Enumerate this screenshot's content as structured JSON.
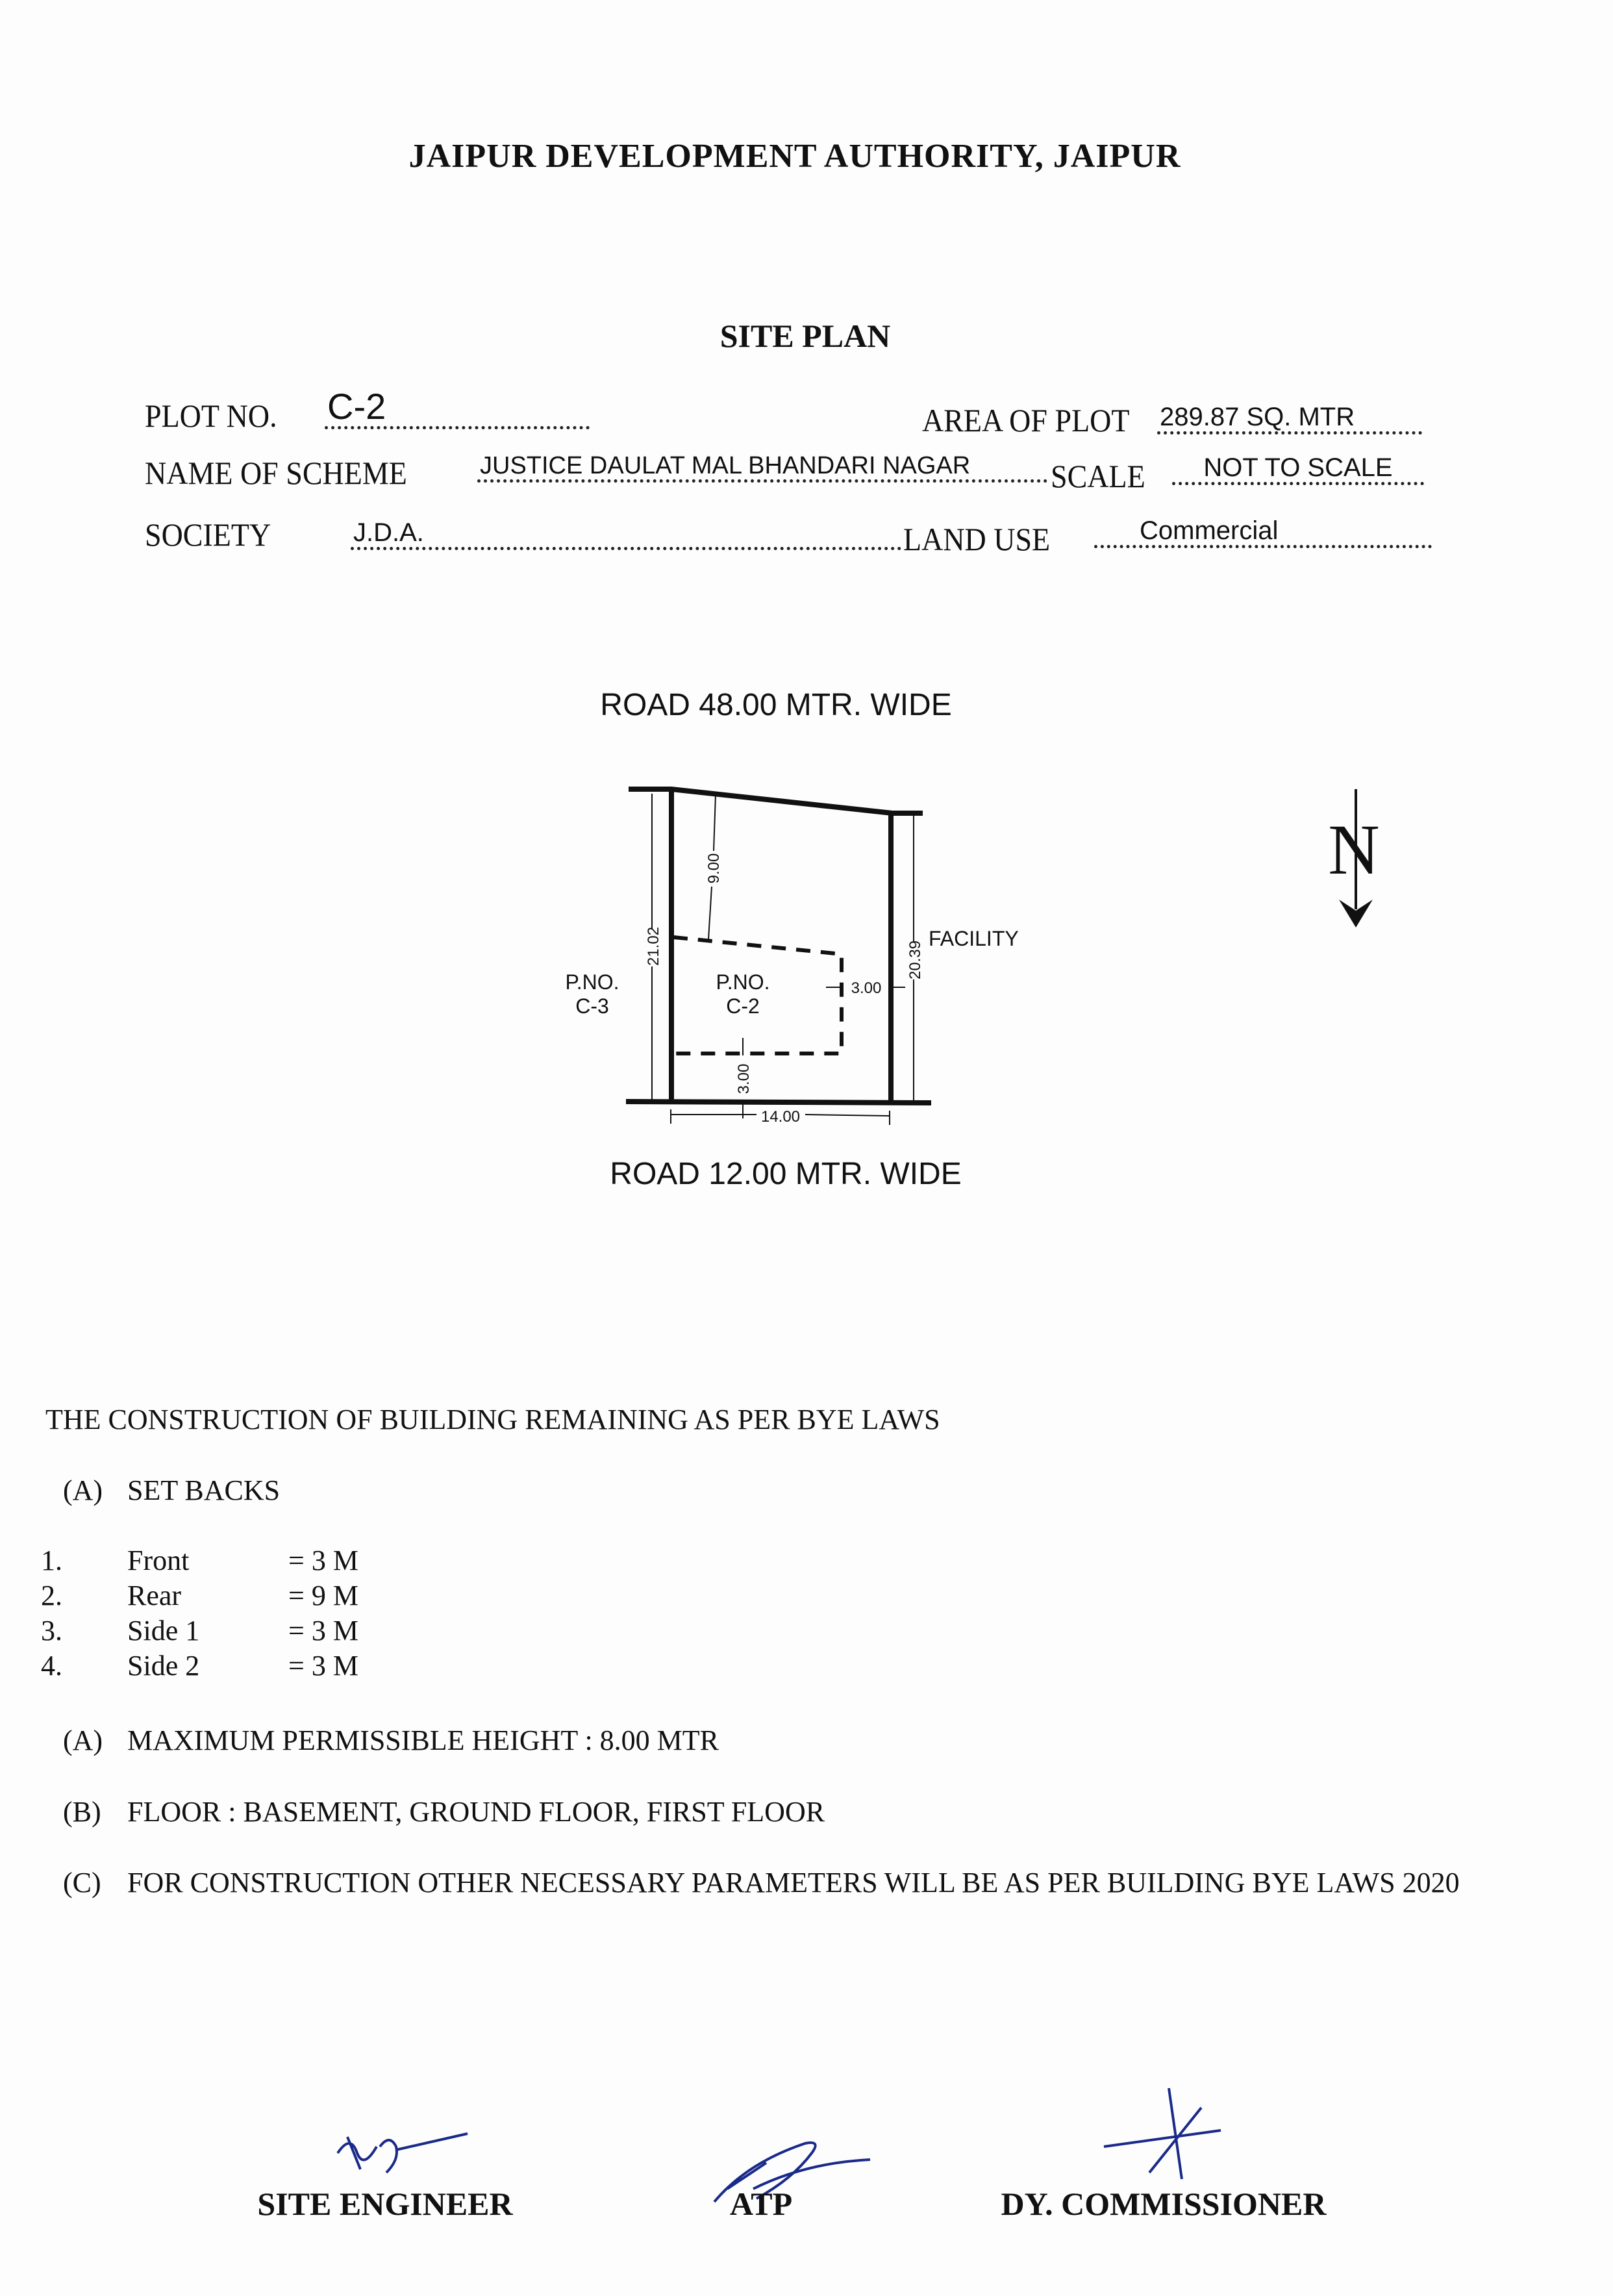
{
  "header": {
    "title": "JAIPUR DEVELOPMENT AUTHORITY, JAIPUR",
    "subtitle": "SITE PLAN"
  },
  "fields": {
    "plot_no_label": "PLOT NO.",
    "plot_no": "C-2",
    "area_label": "AREA OF PLOT",
    "area": "289.87  SQ. MTR",
    "scheme_label": "NAME OF SCHEME",
    "scheme": "JUSTICE DAULAT MAL BHANDARI NAGAR",
    "scale_label": "SCALE",
    "scale": "NOT TO SCALE",
    "society_label": "SOCIETY",
    "society": "J.D.A.",
    "land_use_label": "LAND USE",
    "land_use": "Commercial"
  },
  "plan": {
    "road_top": "ROAD 48.00 MTR. WIDE",
    "road_bottom": "ROAD 12.00 MTR. WIDE",
    "left_plot_1": "P.NO.",
    "left_plot_2": "C-3",
    "this_plot_1": "P.NO.",
    "this_plot_2": "C-2",
    "right_label": "FACILITY",
    "dim_left": "21.02",
    "dim_right": "20.39",
    "dim_rear": "9.00",
    "dim_side": "3.00",
    "dim_front": "3.00",
    "dim_width": "14.00",
    "north": "N"
  },
  "rules": {
    "intro": "THE CONSTRUCTION OF BUILDING REMAINING AS PER BYE LAWS",
    "setbacks_marker": "(A)",
    "setbacks_label": "SET BACKS",
    "setbacks": [
      {
        "num": "1.",
        "name": "Front",
        "value": "= 3 M"
      },
      {
        "num": "2.",
        "name": "Rear",
        "value": "= 9 M"
      },
      {
        "num": "3.",
        "name": "Side 1",
        "value": "= 3 M"
      },
      {
        "num": "4.",
        "name": "Side 2",
        "value": "= 3 M"
      }
    ],
    "items": [
      {
        "marker": "(A)",
        "text": "MAXIMUM PERMISSIBLE HEIGHT : 8.00 MTR"
      },
      {
        "marker": "(B)",
        "text": "FLOOR : BASEMENT, GROUND FLOOR, FIRST FLOOR"
      },
      {
        "marker": "(C)",
        "text": "FOR CONSTRUCTION OTHER NECESSARY PARAMETERS WILL BE AS PER BUILDING BYE LAWS 2020"
      }
    ]
  },
  "signatures": {
    "site_engineer": "SITE ENGINEER",
    "atp": "ATP",
    "dy_commissioner": "DY. COMMISSIONER"
  }
}
